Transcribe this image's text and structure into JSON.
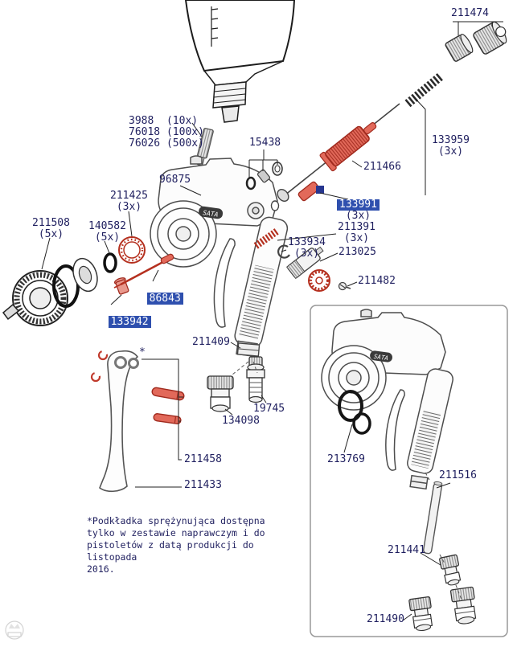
{
  "diagram": {
    "brand": "SATA",
    "asterisk_note_marker": "*",
    "footnote": "*Podkładka sprężynująca dostępna\ntylko w zestawie naprawczym i do\npistoletów z datą produkcji do listopada\n2016.",
    "colors": {
      "part_red": "#b5301f",
      "label_text": "#1f1f5f",
      "highlight_bg": "#2e4fae",
      "highlight_text": "#ffffff",
      "drawing_gray": "#4d4d4d"
    }
  },
  "labels": {
    "p211474": {
      "num": "211474"
    },
    "p3988": {
      "line1": "3988  (10x)",
      "line2": "76018 (100x)",
      "line3": "76026 (500x)"
    },
    "p15438": {
      "num": "15438"
    },
    "p96875": {
      "num": "96875"
    },
    "p211425": {
      "num": "211425",
      "qty": "(3x)"
    },
    "p140582": {
      "num": "140582",
      "qty": "(5x)"
    },
    "p211508": {
      "num": "211508",
      "qty": "(5x)"
    },
    "p133959": {
      "num": "133959",
      "qty": "(3x)"
    },
    "p211466": {
      "num": "211466"
    },
    "p133991": {
      "num": "133991",
      "qty": "(3x)",
      "highlighted": true
    },
    "p211391": {
      "num": "211391",
      "qty": "(3x)"
    },
    "p133934": {
      "num": "133934",
      "qty": "(3x)"
    },
    "p213025": {
      "num": "213025"
    },
    "p211482": {
      "num": "211482"
    },
    "p86843": {
      "num": "86843",
      "highlighted": true
    },
    "p133942": {
      "num": "133942",
      "highlighted": true
    },
    "p211409": {
      "num": "211409"
    },
    "p19745": {
      "num": "19745"
    },
    "p134098": {
      "num": "134098"
    },
    "p211458": {
      "num": "211458"
    },
    "p211433": {
      "num": "211433"
    },
    "p213769": {
      "num": "213769"
    },
    "p211516": {
      "num": "211516"
    },
    "p211441": {
      "num": "211441"
    },
    "p211490": {
      "num": "211490"
    }
  }
}
